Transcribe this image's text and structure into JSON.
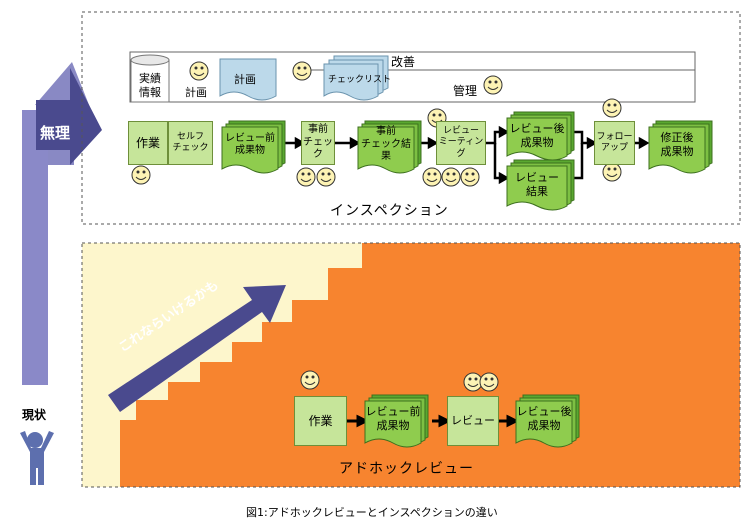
{
  "left": {
    "muri_label": "無理",
    "genjou_label": "現状"
  },
  "inspection": {
    "top_bar": {
      "kaizen": "改善",
      "kanri": "管理",
      "jisseki_line1": "実績",
      "jisseki_line2": "情報",
      "keikaku_face_label": "計画",
      "keikaku_doc": "計画",
      "checklist": "チェックリスト"
    },
    "flow": {
      "sagyou": "作業",
      "self_check_line1": "セルフ",
      "self_check_line2": "チェック",
      "review_before_line1": "レビュー前",
      "review_before_line2": "成果物",
      "jizen_check_line1": "事前",
      "jizen_check_line2": "チェック",
      "jizen_result_line1": "事前",
      "jizen_result_line2": "チェック結果",
      "review_meeting_line1": "レビュー",
      "review_meeting_line2": "ミーティング",
      "review_after_line1": "レビュー後",
      "review_after_line2": "成果物",
      "review_result_line1": "レビュー",
      "review_result_line2": "結果",
      "follow_up_line1": "フォロー",
      "follow_up_line2": "アップ",
      "fixed_line1": "修正後",
      "fixed_line2": "成果物"
    },
    "label": "インスペクション"
  },
  "adhoc": {
    "stair_text": "これならいけるかも",
    "sagyou": "作業",
    "review_before_line1": "レビュー前",
    "review_before_line2": "成果物",
    "review": "レビュー",
    "review_after_line1": "レビュー後",
    "review_after_line2": "成果物",
    "label": "アドホックレビュー"
  },
  "caption": "図1:アドホックレビューとインスペクションの違い",
  "colors": {
    "orange": "#f7842f",
    "cream": "#fdf6cc",
    "purple": "#4a4a8e",
    "light_green": "#c6e59a",
    "doc_green": "#8fcc4e",
    "doc_blue": "#bcd9ea",
    "face_yellow": "#fdf3b4"
  }
}
